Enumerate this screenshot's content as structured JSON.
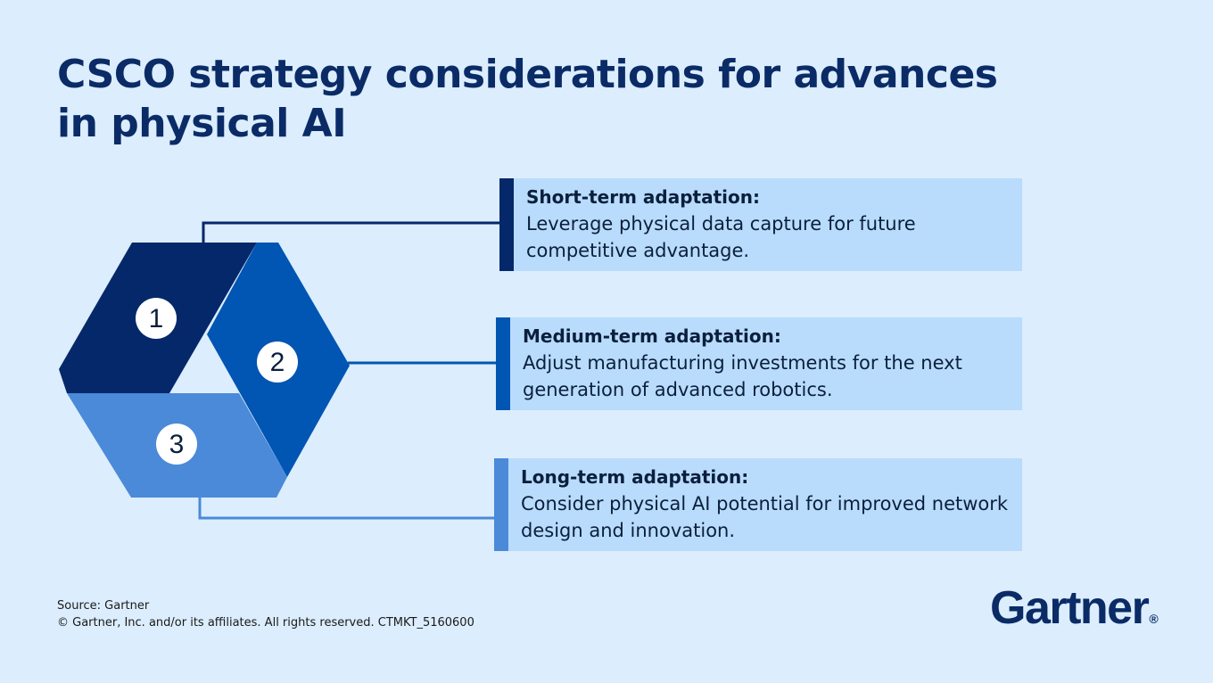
{
  "title": "CSCO strategy considerations for advances in physical AI",
  "diagram": {
    "segments": [
      {
        "number": "1",
        "color": "#05286a"
      },
      {
        "number": "2",
        "color": "#0155b3"
      },
      {
        "number": "3",
        "color": "#4a8ad8"
      }
    ]
  },
  "cards": [
    {
      "title": "Short-term adaptation:",
      "text": "Leverage physical data capture for future competitive advantage.",
      "accent": "#05286a"
    },
    {
      "title": "Medium-term adaptation:",
      "text": "Adjust manufacturing investments for the next generation of advanced robotics.",
      "accent": "#0155b3"
    },
    {
      "title": "Long-term adaptation:",
      "text": "Consider physical AI potential for improved network design and innovation.",
      "accent": "#4a8ad8"
    }
  ],
  "footer": {
    "source": "Source: Gartner",
    "copyright": "© Gartner, Inc. and/or its affiliates. All rights reserved. CTMKT_5160600"
  },
  "logo": {
    "text": "Gartner",
    "mark": "®"
  }
}
